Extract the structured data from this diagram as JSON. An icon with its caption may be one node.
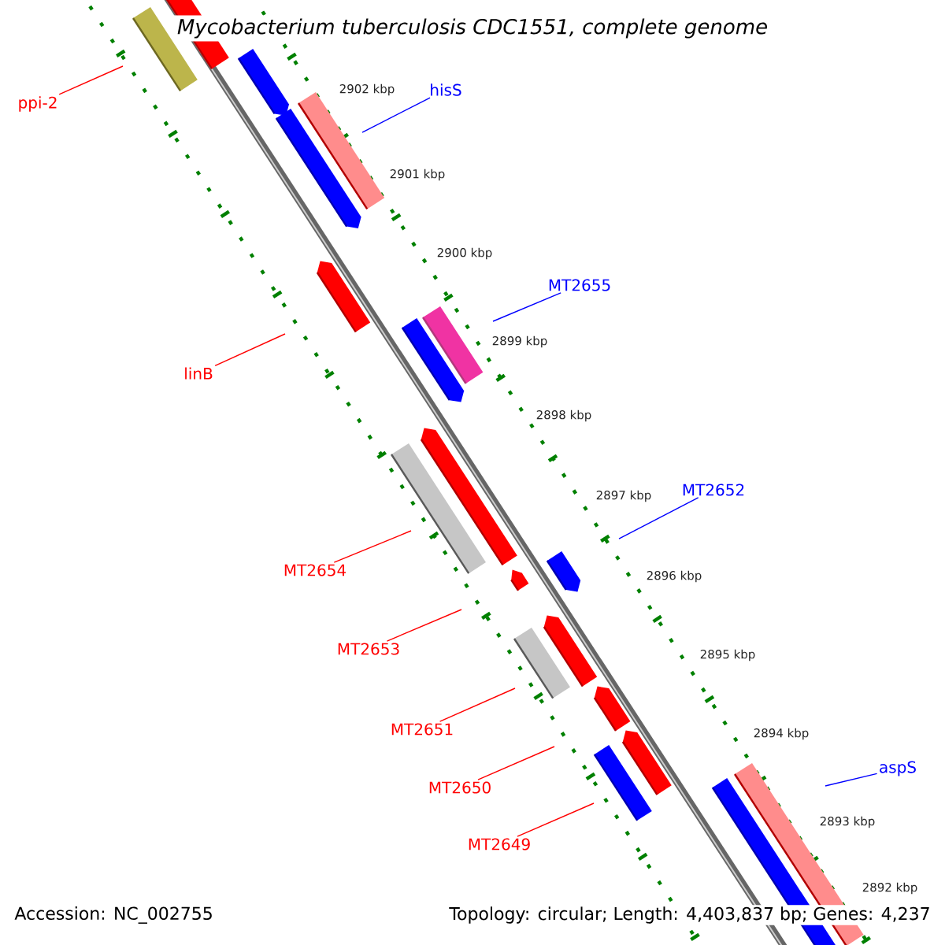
{
  "diagram": {
    "title": "*Mycobacterium tuberculosis* CDC1551, complete genome",
    "nodes": [
      {
        "text": [
          "ppi-2"
        ]
      },
      {
        "text": [
          "hisS"
        ]
      },
      {
        "text": [
          "MT2655"
        ]
      },
      {
        "text": [
          "linB"
        ]
      },
      {
        "text": [
          "MT2652"
        ]
      },
      {
        "text": [
          "MT2654"
        ]
      },
      {
        "text": [
          "MT2653"
        ]
      },
      {
        "text": [
          "MT2651"
        ]
      },
      {
        "text": [
          "MT2650"
        ]
      },
      {
        "text": [
          "MT2649"
        ]
      },
      {
        "text": [
          "aspS"
        ]
      }
    ],
    "edges": [
      {
        "from": 0,
        "to": null,
        "arrow": "none"
      },
      {
        "from": 1,
        "to": null,
        "arrow": "none",
        "color": "#0000ff"
      },
      {
        "from": 2,
        "to": null,
        "arrow": "none",
        "color": "#0000ff"
      },
      {
        "from": 3,
        "to": null,
        "arrow": "none"
      },
      {
        "from": 4,
        "to": null,
        "arrow": "none",
        "color": "#0000ff"
      },
      {
        "from": 5,
        "to": null,
        "arrow": "none"
      },
      {
        "from": 6,
        "to": null,
        "arrow": "none"
      },
      {
        "from": 7,
        "to": null,
        "arrow": "none"
      },
      {
        "from": 8,
        "to": null,
        "arrow": "none"
      },
      {
        "from": 9,
        "to": null,
        "arrow": "none"
      },
      {
        "from": 10,
        "to": null,
        "arrow": "none",
        "color": "#0000ff"
      }
    ],
    "labels": [
      "2902 kbp",
      "2901 kbp",
      "2900 kbp",
      "2899 kbp",
      "2898 kbp",
      "2897 kbp",
      "2896 kbp",
      "2895 kbp",
      "2894 kbp",
      "2893 kbp",
      "2892 kbp",
      "Accession: NC_002755",
      "Topology: circular; Length: 4,403,837 bp; Genes: 4,237"
    ]
  }
}
